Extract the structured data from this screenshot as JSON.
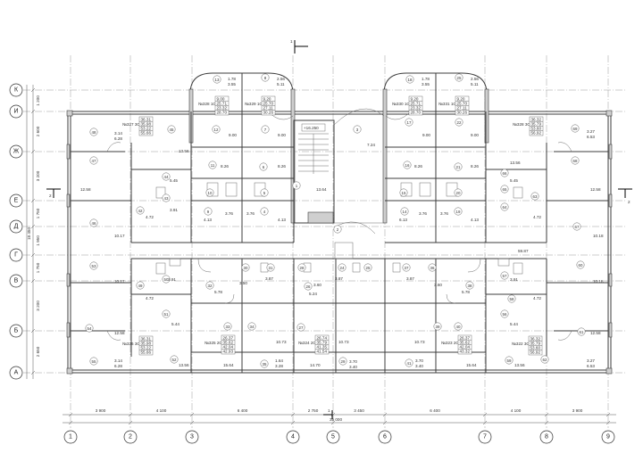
{
  "axes": {
    "columns": [
      "1",
      "2",
      "3",
      "4",
      "5",
      "6",
      "7",
      "8",
      "9"
    ],
    "rows": [
      "К",
      "И",
      "Ж",
      "Е",
      "Д",
      "Г",
      "В",
      "Б",
      "А"
    ]
  },
  "dimensions": {
    "bottom_segments": [
      "3 900",
      "4 100",
      "6 400",
      "2 750",
      "3 450",
      "6 400",
      "4 100",
      "3 900"
    ],
    "bottom_total": "35 000",
    "left_segments": [
      "1 200",
      "2 600",
      "3 200",
      "1 750",
      "1 950",
      "1 750",
      "3 200",
      "2 650"
    ],
    "left_total": "18 450"
  },
  "section_marks": {
    "top": "1",
    "bottom": "1",
    "left": "2",
    "right": "2"
  },
  "elevation": "+16.250",
  "room_numbers": [
    "48",
    "45",
    "47",
    "44",
    "43",
    "42",
    "46",
    "53",
    "50",
    "49",
    "51",
    "54",
    "55",
    "52",
    "13",
    "8",
    "12",
    "7",
    "11",
    "6",
    "10",
    "5",
    "9",
    "4",
    "30",
    "31",
    "32",
    "33",
    "34",
    "35",
    "1",
    "2",
    "3",
    "28",
    "26",
    "24",
    "25",
    "27",
    "29",
    "18",
    "25",
    "17",
    "22",
    "16",
    "21",
    "15",
    "20",
    "14",
    "19",
    "37",
    "36",
    "38",
    "39",
    "40",
    "41",
    "69",
    "68",
    "66",
    "65",
    "63",
    "64",
    "67",
    "60",
    "57",
    "58",
    "56",
    "61",
    "59",
    "62"
  ],
  "areas": [
    "3.14",
    "6.28",
    "13.56",
    "12.58",
    "5.45",
    "3.91",
    "4.72",
    "10.17",
    "10.17",
    "3.91",
    "4.72",
    "5.44",
    "12.58",
    "3.14",
    "6.28",
    "13.56",
    "1.78",
    "3.55",
    "2.56",
    "5.11",
    "9.00",
    "9.00",
    "8.26",
    "8.26",
    "3.76",
    "3.76",
    "4.13",
    "4.13",
    "3.50",
    "3.87",
    "5.78",
    "10.73",
    "15.64",
    "1.64",
    "3.28",
    "7.24",
    "13.64",
    "5.24",
    "3.60",
    "3.87",
    "10.73",
    "14.70",
    "3.70",
    "3.40",
    "1.78",
    "3.55",
    "2.56",
    "5.11",
    "9.00",
    "9.00",
    "8.26",
    "8.26",
    "3.76",
    "3.76",
    "6.13",
    "4.13",
    "3.87",
    "3.60",
    "5.78",
    "10.73",
    "3.70",
    "3.40",
    "15.64",
    "3.27",
    "6.53",
    "13.56",
    "5.45",
    "12.58",
    "4.72",
    "10.18",
    "59.87",
    "3.91",
    "4.72",
    "10.18",
    "5.44",
    "12.58",
    "3.27",
    "6.53",
    "13.56"
  ],
  "apartments": [
    {
      "tag": "№327 3С1",
      "values": [
        "36.31",
        "35.98",
        "53.22",
        "55.66"
      ]
    },
    {
      "tag": "№328 1С2",
      "values": [
        "9.00",
        "25.71",
        "23.32",
        "28.70"
      ]
    },
    {
      "tag": "№329 1С2",
      "values": [
        "9.20",
        "25.70",
        "27.11",
        "30.26"
      ]
    },
    {
      "tag": "№330 1С2",
      "values": [
        "9.20",
        "25.71",
        "23.32",
        "28.70"
      ]
    },
    {
      "tag": "№331 1С2",
      "values": [
        "9.20",
        "25.70",
        "27.11",
        "30.26"
      ]
    },
    {
      "tag": "№328 3С1",
      "values": [
        "36.32",
        "35.79",
        "53.60",
        "56.92"
      ]
    },
    {
      "tag": "№326 3С1",
      "values": [
        "36.31",
        "35.98",
        "53.22",
        "55.66"
      ]
    },
    {
      "tag": "№325 2С4",
      "values": [
        "26.37",
        "35.62",
        "42.04",
        "42.93"
      ]
    },
    {
      "tag": "№324 2С4",
      "values": [
        "26.74",
        "35.79",
        "41.35",
        "41.54"
      ]
    },
    {
      "tag": "№323 2С4",
      "values": [
        "26.37",
        "35.62",
        "42.04",
        "43.32"
      ]
    },
    {
      "tag": "№322 3С1",
      "values": [
        "36.32",
        "35.79",
        "53.60",
        "56.92"
      ]
    }
  ]
}
